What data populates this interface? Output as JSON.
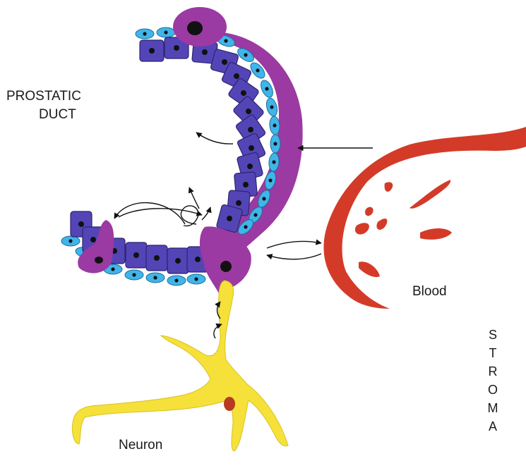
{
  "labels": {
    "duct_line1": "PROSTATIC",
    "duct_line2": "DUCT",
    "blood": "Blood",
    "neuron": "Neuron",
    "stroma": [
      "S",
      "T",
      "R",
      "O",
      "M",
      "A"
    ]
  },
  "colors": {
    "luminal": "#5445b6",
    "luminal_edge": "#2d2370",
    "basal": "#3fb5ea",
    "neuroendocrine": "#9b3aa2",
    "nucleus": "#111111",
    "blood": "#d33b28",
    "neuron": "#f5e13a",
    "neuron_nucleus": "#b83a1f",
    "arrow": "#111111"
  }
}
